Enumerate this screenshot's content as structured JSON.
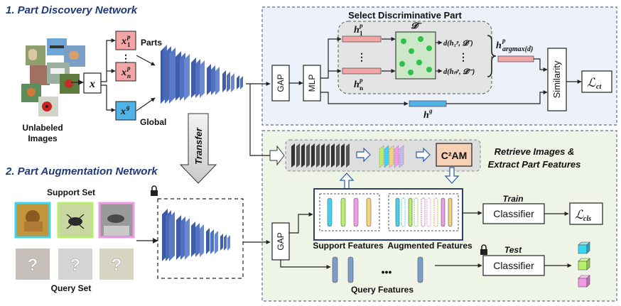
{
  "section1": {
    "title": "1. Part Discovery Network"
  },
  "section2": {
    "title": "2. Part Augmentation Network"
  },
  "inputs": {
    "unlabeled_line1": "Unlabeled",
    "unlabeled_line2": "Images",
    "support_set": "Support Set",
    "query_set": "Query Set"
  },
  "nodes": {
    "x": "x",
    "x1": {
      "base": "x",
      "sup": "p",
      "sub": "1"
    },
    "xn": {
      "base": "x",
      "sup": "p",
      "sub": "n"
    },
    "xg": {
      "base": "x",
      "sup": "g"
    },
    "vdots": "⋮",
    "parts": "Parts",
    "global": "Global",
    "transfer": "Transfer",
    "gap": "GAP",
    "mlp": "MLP",
    "similarity": "Similarity",
    "classifier": "Classifier",
    "c2am": "C²AM",
    "question": "?"
  },
  "select_part": {
    "title": "Select Discriminative Part",
    "h1": {
      "base": "h",
      "sup": "p",
      "sub": "1"
    },
    "hn": {
      "base": "h",
      "sup": "p",
      "sub": "n"
    },
    "dminus": "𝓓⁻",
    "d1": "d(h₁ᵖ, 𝓓⁻)",
    "dn": "d(hₙᵖ, 𝓓⁻)",
    "hargmax": {
      "base": "h",
      "sup": "p",
      "sub": "argmax(d)"
    },
    "hg": {
      "base": "h",
      "sup": "g"
    },
    "lct": {
      "base": "ℒ",
      "sub": "ct"
    }
  },
  "retrieve": {
    "line1": "Retrieve Images &",
    "line2": "Extract Part Features"
  },
  "features": {
    "support": "Support Features",
    "augmented": "Augmented Features",
    "query": "Query Features",
    "dots": "•••"
  },
  "train": {
    "label": "Train",
    "loss": {
      "base": "ℒ",
      "sub": "cls"
    }
  },
  "test": {
    "label": "Test"
  },
  "colors": {
    "box_blue_bg": "#edf1fa",
    "box_green_bg": "#eef4e6",
    "box_border": "#5a6f8f",
    "pink": "#f4a5a5",
    "blue_node": "#4fb3e8",
    "cube_cyan": "#3cd4f0",
    "cube_green": "#b6ef6a",
    "cube_pink": "#ef9ae5",
    "c2am_fill": "#f7d0b6",
    "feat_border": "#2b4170"
  }
}
